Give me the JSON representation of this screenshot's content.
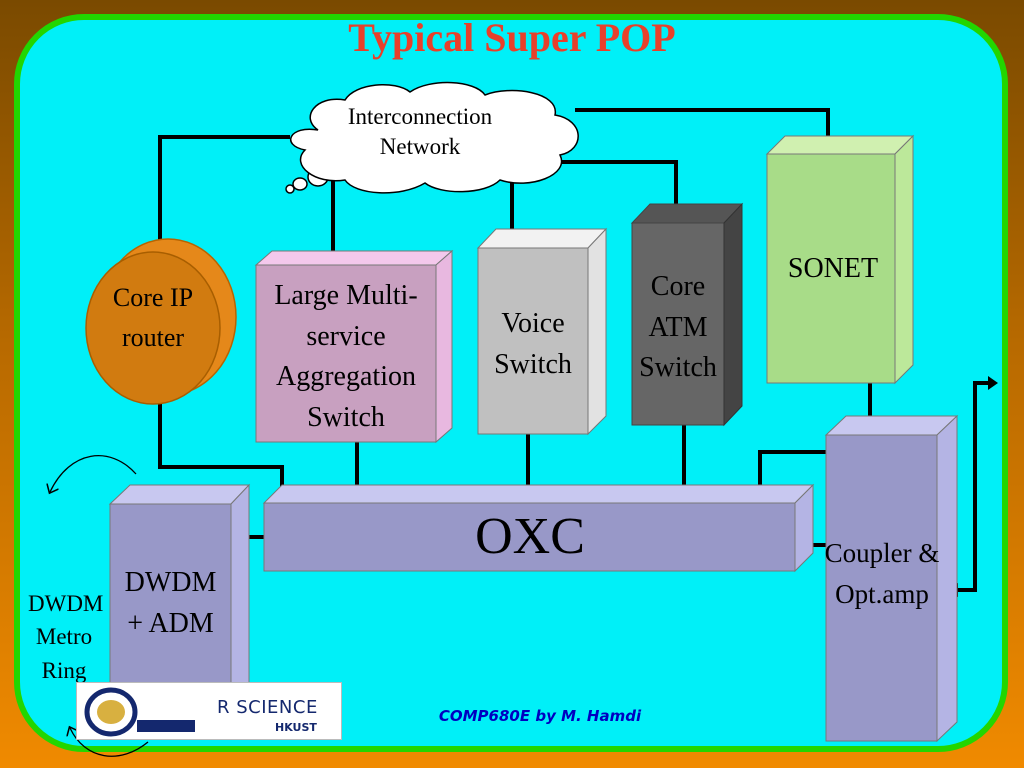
{
  "title": "Typical Super POP",
  "cloud": {
    "label": "Interconnection Network"
  },
  "nodes": {
    "core_ip_router": "Core IP router",
    "aggregation_switch": "Large Multi-service Aggregation Switch",
    "voice_switch": "Voice Switch",
    "atm_switch": "Core ATM Switch",
    "sonet": "SONET",
    "oxc": "OXC",
    "dwdm_adm": "DWDM + ADM",
    "coupler": "Coupler & Opt.amp",
    "metro_ring": "DWDM Metro Ring"
  },
  "footer": "COMP680E by M. Hamdi",
  "logo": {
    "text": "R SCIENCE",
    "sub": "HKUST"
  },
  "colors": {
    "background": "#00f0f8",
    "border": "#22d600",
    "title": "#e8402a",
    "router": "#d17b10",
    "aggregation": "#c8a0c0",
    "voice": "#c0c0c0",
    "atm": "#666666",
    "sonet": "#a8dc88",
    "oxc": "#9898c8",
    "footer": "#0000c0"
  }
}
